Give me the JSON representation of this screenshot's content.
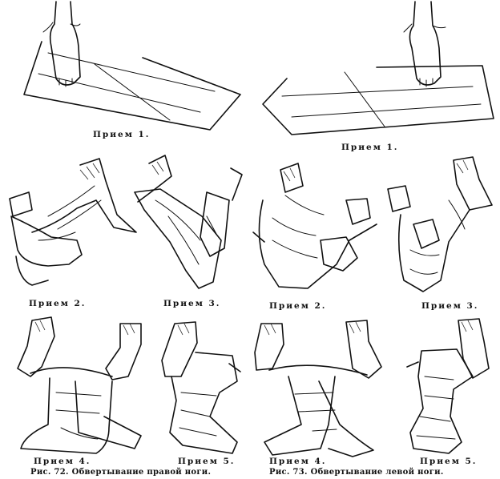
{
  "left_figure": {
    "step1": "Прием 1.",
    "step2": "Прием 2.",
    "step3": "Прием 3.",
    "step4": "Прием 4.",
    "step5": "Прием 5.",
    "caption": "Рис. 72. Обвертывание правой ноги."
  },
  "right_figure": {
    "step1": "Прием 1.",
    "step2": "Прием 2.",
    "step3": "Прием 3.",
    "step4": "Прием 4.",
    "step5": "Прием 5.",
    "caption": "Рис. 73. Обвертывание левой ноги."
  }
}
